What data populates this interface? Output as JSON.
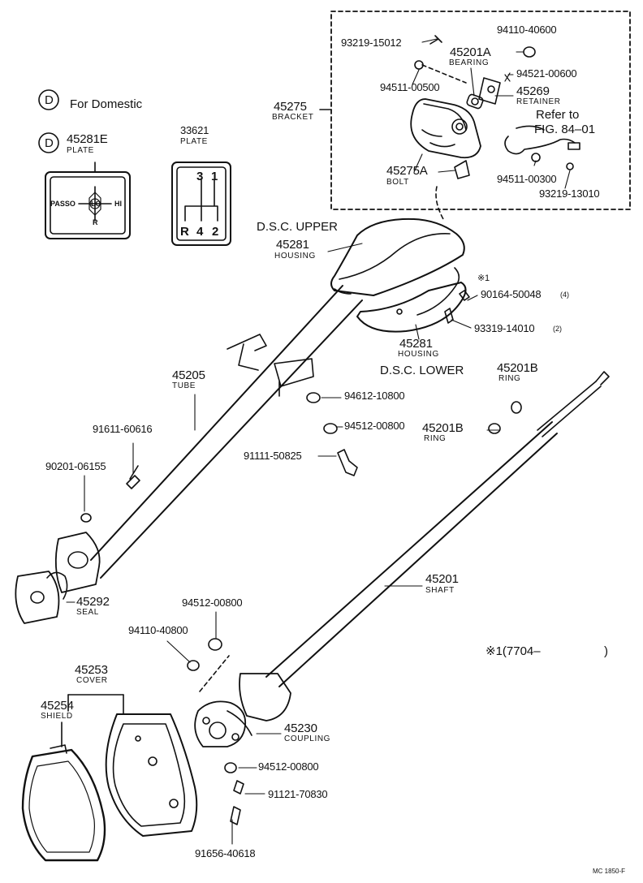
{
  "legend": {
    "symbol": "D",
    "text": "For Domestic"
  },
  "plate_45281e": {
    "symbol": "D",
    "number": "45281E",
    "name": "PLATE",
    "passo": "PASSO",
    "lo": "LO",
    "hi": "HI",
    "r": "R"
  },
  "plate_33621": {
    "number": "33621",
    "name": "PLATE",
    "three": "3",
    "one": "1",
    "r": "R",
    "four": "4",
    "two": "2"
  },
  "refer": {
    "line1": "Refer to",
    "line2": "FIG. 84–01"
  },
  "dsc": {
    "upper": "D.S.C. UPPER",
    "lower": "D.S.C. LOWER"
  },
  "note": {
    "star": "※1",
    "star_range": "※1(7704–",
    "close": ")"
  },
  "parts": {
    "p93219_15012": "93219-15012",
    "p94110_40600": "94110-40600",
    "p45201a": "45201A",
    "p45201a_name": "BEARING",
    "p94511_00500": "94511-00500",
    "p94521_00600": "94521-00600",
    "p45269": "45269",
    "p45269_name": "RETAINER",
    "p45275": "45275",
    "p45275_name": "BRACKET",
    "p45275a": "45275A",
    "p45275a_name": "BOLT",
    "p94511_00300": "94511-00300",
    "p93219_13010": "93219-13010",
    "p45281": "45281",
    "p45281_name": "HOUSING",
    "p90164_50048": "90164-50048",
    "p90164_qty": "(4)",
    "p93319_14010": "93319-14010",
    "p93319_qty": "(2)",
    "p45281b": "45281",
    "p45281b_name": "HOUSING",
    "p45205": "45205",
    "p45205_name": "TUBE",
    "p45201b1": "45201B",
    "p45201b1_name": "RING",
    "p94612_10800": "94612-10800",
    "p94512_00800a": "94512-00800",
    "p45201b2": "45201B",
    "p45201b2_name": "RING",
    "p91611_60616": "91611-60616",
    "p91111_50825": "91111-50825",
    "p90201_06155": "90201-06155",
    "p45292": "45292",
    "p45292_name": "SEAL",
    "p45201": "45201",
    "p45201_name": "SHAFT",
    "p94512_00800b": "94512-00800",
    "p94110_40800": "94110-40800",
    "p45253": "45253",
    "p45253_name": "COVER",
    "p45254": "45254",
    "p45254_name": "SHIELD",
    "p45230": "45230",
    "p45230_name": "COUPLING",
    "p94512_00800c": "94512-00800",
    "p91121_70830": "91121-70830",
    "p91656_40618": "91656-40618"
  },
  "footer": {
    "code": "MC 1850-F"
  }
}
